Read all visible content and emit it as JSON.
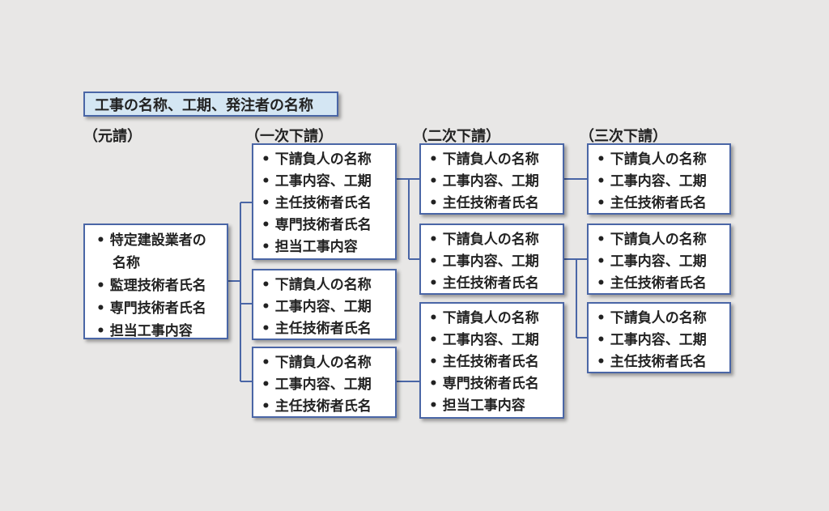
{
  "title": "工事の名称、工期、発注者の名称",
  "columns": {
    "prime": "（元請）",
    "first": "（一次下請）",
    "second": "（二次下請）",
    "third": "（三次下請）"
  },
  "prime_box": {
    "lines": [
      "特定建設業者の",
      "名称",
      "監理技術者氏名",
      "専門技術者氏名",
      "担当工事内容"
    ]
  },
  "first_tier": [
    {
      "items": [
        "下請負人の名称",
        "工事内容、工期",
        "主任技術者氏名",
        "専門技術者氏名",
        "担当工事内容"
      ]
    },
    {
      "items": [
        "下請負人の名称",
        "工事内容、工期",
        "主任技術者氏名"
      ]
    },
    {
      "items": [
        "下請負人の名称",
        "工事内容、工期",
        "主任技術者氏名"
      ]
    }
  ],
  "second_tier": [
    {
      "items": [
        "下請負人の名称",
        "工事内容、工期",
        "主任技術者氏名"
      ]
    },
    {
      "items": [
        "下請負人の名称",
        "工事内容、工期",
        "主任技術者氏名"
      ]
    },
    {
      "items": [
        "下請負人の名称",
        "工事内容、工期",
        "主任技術者氏名",
        "専門技術者氏名",
        "担当工事内容"
      ]
    }
  ],
  "third_tier": [
    {
      "items": [
        "下請負人の名称",
        "工事内容、工期",
        "主任技術者氏名"
      ]
    },
    {
      "items": [
        "下請負人の名称",
        "工事内容、工期",
        "主任技術者氏名"
      ]
    },
    {
      "items": [
        "下請負人の名称",
        "工事内容、工期",
        "主任技術者氏名"
      ]
    }
  ],
  "colors": {
    "border": "#4a66a6",
    "title_fill": "#d4e6f3",
    "background": "#e8e7e6"
  }
}
